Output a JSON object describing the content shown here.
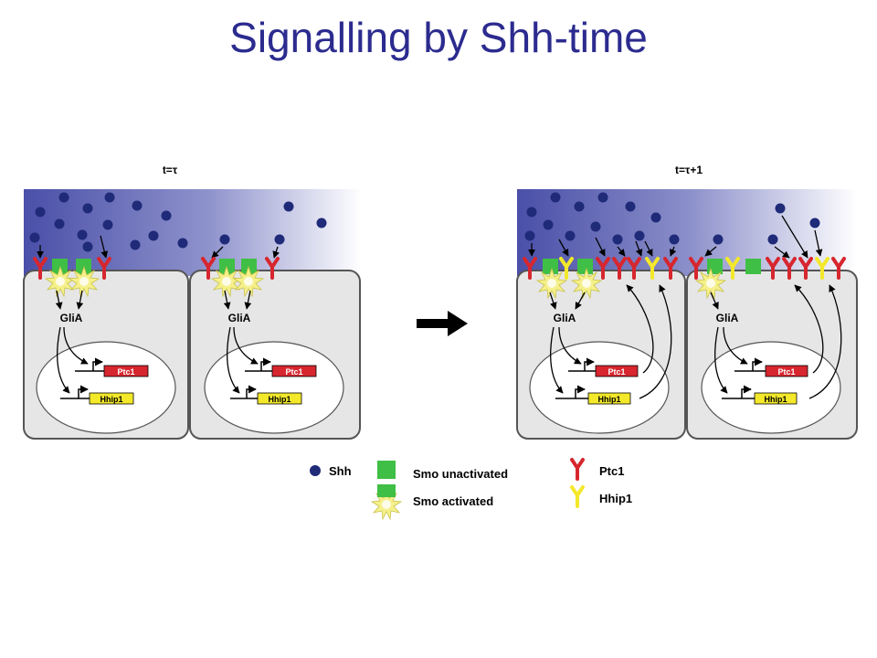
{
  "slide": {
    "title": "Signalling by Shh-time"
  },
  "panels": {
    "left": {
      "label": "t=τ"
    },
    "right": {
      "label": "t=τ+1"
    }
  },
  "cell_labels": {
    "glia": "GliA",
    "ptc1_gene": "Ptc1",
    "hhip1_gene": "Hhip1"
  },
  "legend": {
    "shh": "Shh",
    "smo_unactivated": "Smo unactivated",
    "smo_activated": "Smo activated",
    "ptc1": "Ptc1",
    "hhip1": "Hhip1"
  },
  "colors": {
    "title": "#2b2b8f",
    "shh": "#1f2a78",
    "gradient_dark": "#4a4fa8",
    "smo": "#3fbf45",
    "ptc1": "#d7262e",
    "hhip1": "#f3e82a",
    "cell": "#e6e6e6",
    "starburst": "#f5f08a"
  }
}
